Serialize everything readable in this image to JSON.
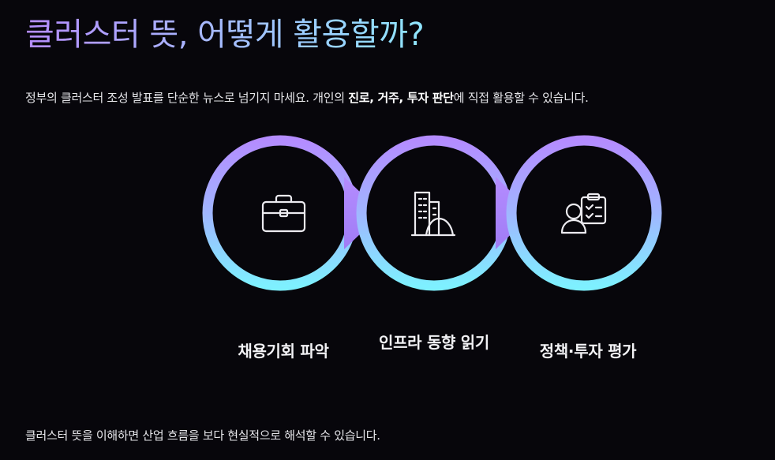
{
  "title": "클러스터 뜻, 어떻게 활용할까?",
  "intro": {
    "part1": "정부의 클러스터 조성 발표를 단순한 뉴스로 넘기지 마세요. 개인의 ",
    "bold": "진로, 거주, 투자 판단",
    "part2": "에 직접 활용할 수 있습니다."
  },
  "steps": [
    {
      "label": "채용기회 파악",
      "icon": "briefcase-icon"
    },
    {
      "label": "인프라 동향 읽기",
      "icon": "buildings-icon"
    },
    {
      "label": "정책·투자 평가",
      "icon": "person-clipboard-icon"
    }
  ],
  "footer": "클러스터 뜻을 이해하면 산업 흐름을 보다 현실적으로 해석할 수 있습니다.",
  "colors": {
    "background": "#07060b",
    "ring_top": "#b48cff",
    "ring_bottom": "#7ef0ff"
  }
}
